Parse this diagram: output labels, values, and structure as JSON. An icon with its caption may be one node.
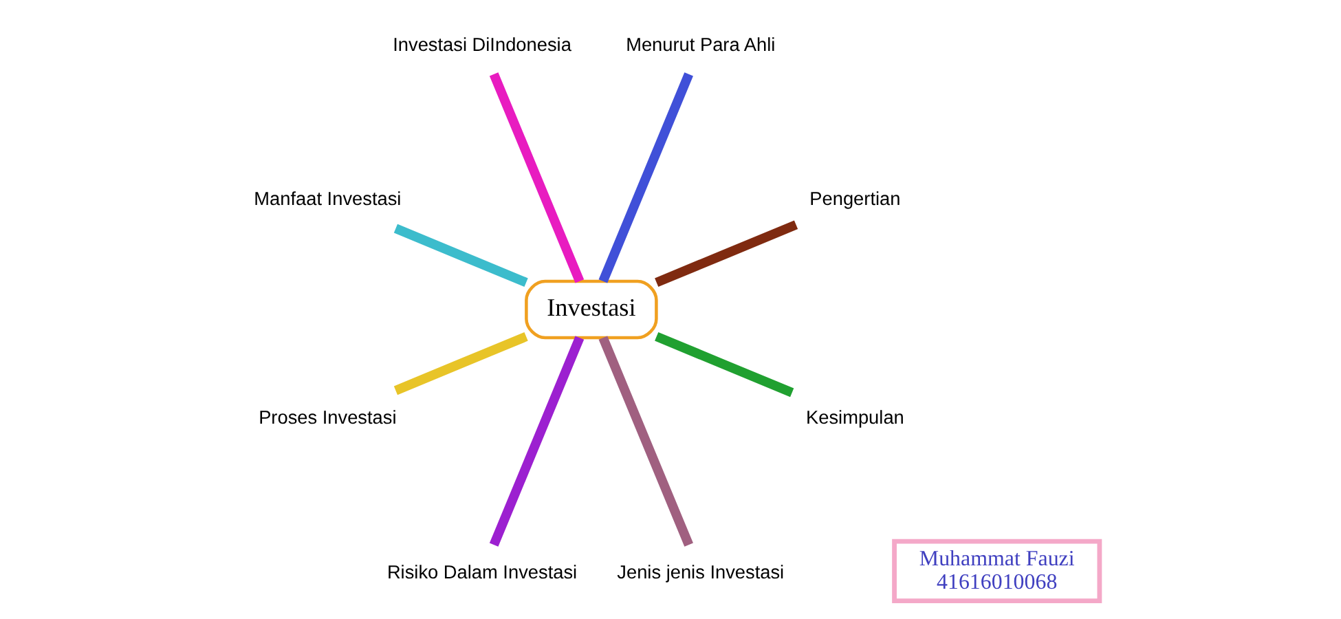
{
  "diagram": {
    "nodes": [
      {
        "text": [
          "Investasi"
        ]
      },
      {
        "text": [
          "Pengertian"
        ]
      },
      {
        "text": [
          "Menurut Para Ahli"
        ]
      },
      {
        "text": [
          "Investasi DiIndonesia"
        ]
      },
      {
        "text": [
          "Manfaat Investasi"
        ]
      },
      {
        "text": [
          "Proses Investasi"
        ]
      },
      {
        "text": [
          "Risiko Dalam Investasi"
        ]
      },
      {
        "text": [
          "Jenis jenis Investasi"
        ]
      },
      {
        "text": [
          "Kesimpulan"
        ]
      },
      {
        "text": [
          "Muhammat Fauzi",
          "41616010068"
        ]
      }
    ],
    "edges": [
      {
        "from": 0,
        "to": 1,
        "arrow": "none",
        "color": "#7f2a10"
      },
      {
        "from": 0,
        "to": 2,
        "arrow": "none",
        "color": "#4050d8"
      },
      {
        "from": 0,
        "to": 3,
        "arrow": "none",
        "color": "#e81cc0"
      },
      {
        "from": 0,
        "to": 4,
        "arrow": "none",
        "color": "#3cbccc"
      },
      {
        "from": 0,
        "to": 5,
        "arrow": "none",
        "color": "#e8c428"
      },
      {
        "from": 0,
        "to": 6,
        "arrow": "none",
        "color": "#9c20d0"
      },
      {
        "from": 0,
        "to": 7,
        "arrow": "none",
        "color": "#a06080"
      },
      {
        "from": 0,
        "to": 8,
        "arrow": "none",
        "color": "#20a030"
      }
    ]
  }
}
